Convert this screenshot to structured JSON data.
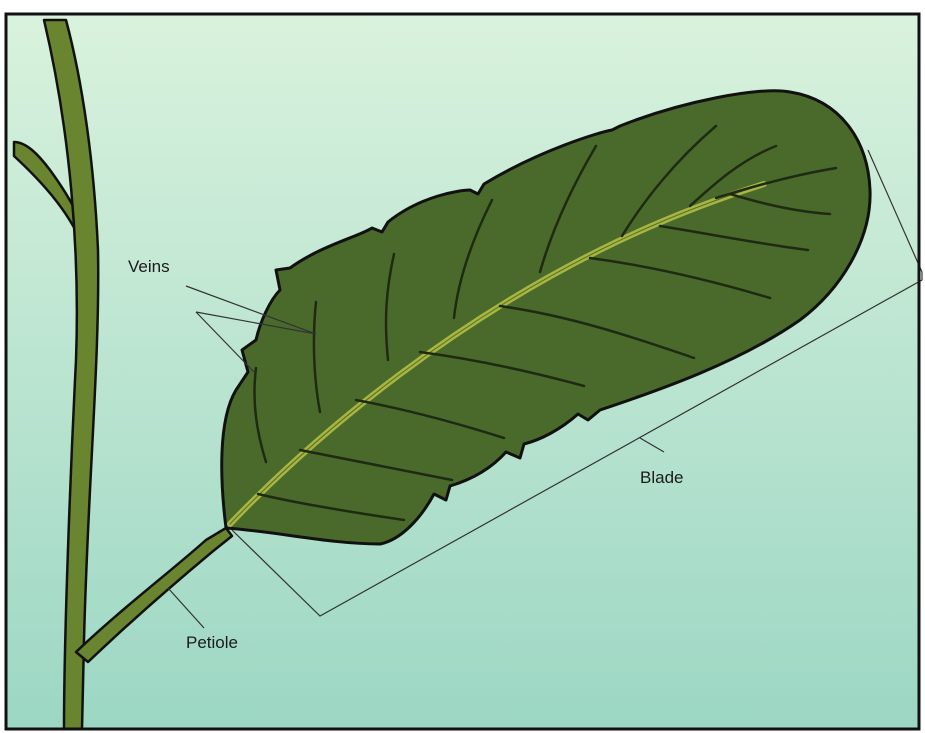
{
  "labels": {
    "veins": "Veins",
    "blade": "Blade",
    "petiole": "Petiole"
  },
  "colors": {
    "background_top": "#d9f2dd",
    "background_bottom": "#9cd7c4",
    "leaf_fill": "#4a6a2c",
    "stem_fill": "#6a8530",
    "midrib": "#a6b640",
    "outline": "#111111",
    "leader_line": "#333333"
  }
}
